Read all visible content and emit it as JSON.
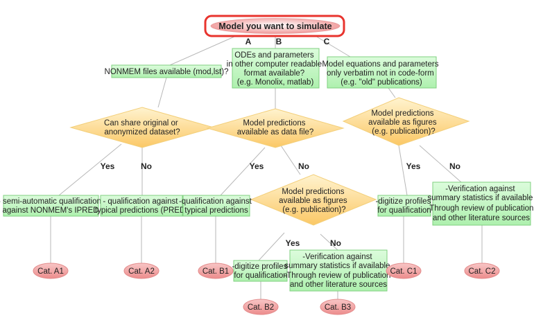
{
  "title": "Model you want to simulate",
  "branch_labels": {
    "a": "A",
    "b": "B",
    "c": "C"
  },
  "boxes": {
    "a_source": [
      "NONMEM files available (mod,lst)?"
    ],
    "b_source": [
      "ODEs and parameters",
      "in other computer readable",
      "format available?",
      "(e.g. Monolix, matlab)"
    ],
    "c_source": [
      "Model equations and parameters",
      "only verbatim not in code-form",
      "(e.g. \"old\" publications)"
    ],
    "a_yes": [
      "- semi-automatic qualification",
      "against NONMEM's IPRED"
    ],
    "a_no": [
      "- qualification against",
      "typical predictions (PRED)"
    ],
    "b_yes": [
      "-qualification against",
      "typical predictions"
    ],
    "b2_yes": [
      "-digitize profiles",
      "for qualification"
    ],
    "b2_no": [
      "-Verification against",
      "summary statistics if available",
      "-Through review of publication",
      "and other literature sources"
    ],
    "c_yes": [
      "-digitize profiles",
      "for qualification"
    ],
    "c_no": [
      "-Verification against",
      "summary statistics if available",
      "-Through review of publication",
      "and other literature sources"
    ]
  },
  "decisions": {
    "a": [
      "Can share original or",
      "anonymized dataset?"
    ],
    "b": [
      "Model predictions",
      "available as data file?"
    ],
    "b2": [
      "Model predictions",
      "available as figures",
      "(e.g. publication)?"
    ],
    "c": [
      "Model predictions",
      "available as figures",
      "(e.g. publication)?"
    ]
  },
  "edge_labels": {
    "a_yes": "Yes",
    "a_no": "No",
    "b_yes": "Yes",
    "b_no": "No",
    "b2_yes": "Yes",
    "b2_no": "No",
    "c_yes": "Yes",
    "c_no": "No"
  },
  "categories": {
    "a1": "Cat. A1",
    "a2": "Cat. A2",
    "b1": "Cat. B1",
    "b2": "Cat. B2",
    "b3": "Cat. B3",
    "c1": "Cat. C1",
    "c2": "Cat. C2"
  },
  "colors": {
    "box_fill": "#b9f5b9",
    "box_stroke": "#7fcf7f",
    "decision_fill": "#fddb8a",
    "decision_stroke": "#f3cf7a",
    "category_fill": "#f29a9a",
    "title_border": "#e8342e"
  }
}
